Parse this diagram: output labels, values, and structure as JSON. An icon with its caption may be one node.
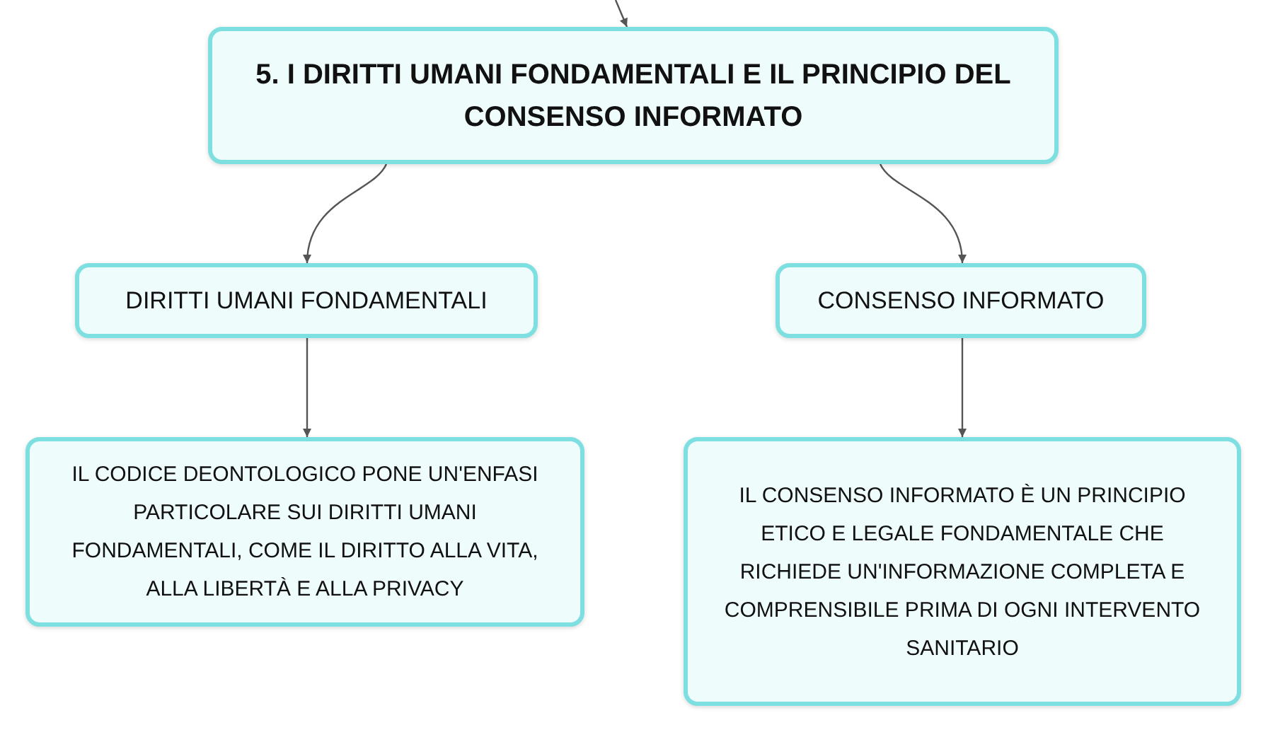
{
  "diagram": {
    "nodes": [
      {
        "text": [
          "5. I DIRITTI UMANI FONDAMENTALI E IL PRINCIPIO DEL CONSENSO INFORMATO"
        ]
      },
      {
        "text": [
          "DIRITTI UMANI FONDAMENTALI"
        ]
      },
      {
        "text": [
          "CONSENSO INFORMATO"
        ]
      },
      {
        "text": [
          "IL CODICE DEONTOLOGICO PONE UN'ENFASI PARTICOLARE SUI DIRITTI UMANI FONDAMENTALI, COME IL DIRITTO ALLA VITA, ALLA LIBERTÀ E ALLA PRIVACY"
        ]
      },
      {
        "text": [
          "IL CONSENSO INFORMATO È UN PRINCIPIO ETICO E LEGALE FONDAMENTALE CHE RICHIEDE UN'INFORMAZIONE COMPLETA E COMPRENSIBILE PRIMA DI OGNI INTERVENTO SANITARIO"
        ]
      }
    ],
    "edges": [
      {
        "from": null,
        "to": 0,
        "arrow": "to"
      },
      {
        "from": 0,
        "to": 1,
        "arrow": "to"
      },
      {
        "from": 0,
        "to": 2,
        "arrow": "to"
      },
      {
        "from": 1,
        "to": 3,
        "arrow": "to"
      },
      {
        "from": 2,
        "to": 4,
        "arrow": "to"
      }
    ]
  }
}
